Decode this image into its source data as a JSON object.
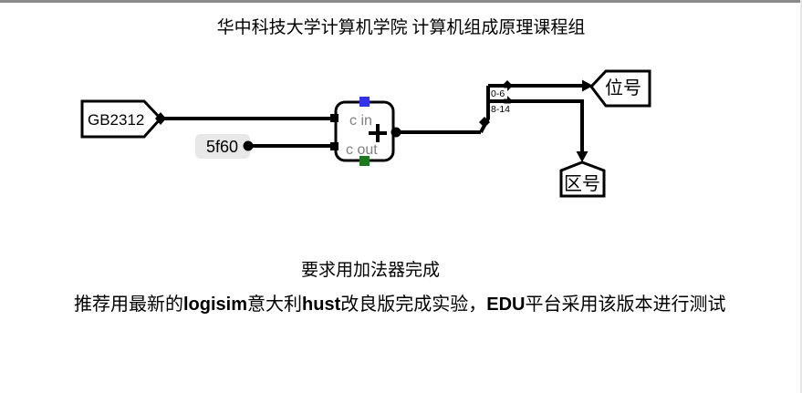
{
  "page": {
    "title": "华中科技大学计算机学院 计算机组成原理课程组",
    "note_center": "要求用加法器完成",
    "note_segments": [
      {
        "text": "推荐用最新的",
        "kind": "cjk"
      },
      {
        "text": "logisim",
        "kind": "latin"
      },
      {
        "text": "意大利",
        "kind": "cjk"
      },
      {
        "text": "hust",
        "kind": "latin"
      },
      {
        "text": "改良版完成实验，",
        "kind": "cjk"
      },
      {
        "text": "EDU",
        "kind": "latin"
      },
      {
        "text": "平台采用该版本进行测试",
        "kind": "cjk"
      }
    ]
  },
  "circuit": {
    "input_tunnel": {
      "label": "GB2312"
    },
    "probe": {
      "value": "5f60"
    },
    "adder": {
      "carry_in_label": "c in",
      "carry_out_label": "c out",
      "plus_symbol": "+"
    },
    "splitter": {
      "bit_ranges": [
        "0-6",
        "8-14"
      ]
    },
    "output_tunnels": {
      "bit_label": "位号",
      "zone_label": "区号"
    },
    "colors": {
      "wire": "#000000",
      "carry_in_marker": "#3333ee",
      "carry_out_marker": "#1c7a1c",
      "probe_bg": "#e8e8e8",
      "port_label": "#808080"
    }
  }
}
